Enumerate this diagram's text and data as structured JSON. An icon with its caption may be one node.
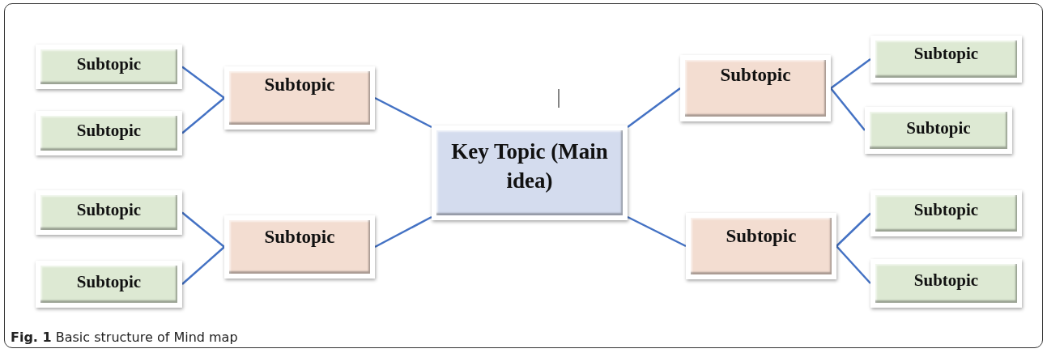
{
  "diagram": {
    "caption": "**Fig. 1** Basic structure of Mind map",
    "nodes": [
      {
        "text": [
          "Key Topic (Main idea)"
        ]
      },
      {
        "text": [
          "Subtopic"
        ]
      },
      {
        "text": [
          "Subtopic"
        ]
      },
      {
        "text": [
          "Subtopic"
        ]
      },
      {
        "text": [
          "Subtopic"
        ]
      },
      {
        "text": [
          "Subtopic"
        ]
      },
      {
        "text": [
          "Subtopic"
        ]
      },
      {
        "text": [
          "Subtopic"
        ]
      },
      {
        "text": [
          "Subtopic"
        ]
      },
      {
        "text": [
          "Subtopic"
        ]
      },
      {
        "text": [
          "Subtopic"
        ]
      },
      {
        "text": [
          "Subtopic"
        ]
      },
      {
        "text": [
          "Subtopic"
        ]
      }
    ],
    "edges": [
      {
        "from": 0,
        "to": 1,
        "arrow": "none"
      },
      {
        "from": 0,
        "to": 2,
        "arrow": "none"
      },
      {
        "from": 0,
        "to": 3,
        "arrow": "none"
      },
      {
        "from": 0,
        "to": 4,
        "arrow": "none"
      },
      {
        "from": 1,
        "to": 5,
        "arrow": "none"
      },
      {
        "from": 1,
        "to": 6,
        "arrow": "none"
      },
      {
        "from": 2,
        "to": 7,
        "arrow": "none"
      },
      {
        "from": 2,
        "to": 8,
        "arrow": "none"
      },
      {
        "from": 3,
        "to": 9,
        "arrow": "none"
      },
      {
        "from": 3,
        "to": 10,
        "arrow": "none"
      },
      {
        "from": 4,
        "to": 11,
        "arrow": "none"
      },
      {
        "from": 4,
        "to": 12,
        "arrow": "none"
      }
    ]
  }
}
